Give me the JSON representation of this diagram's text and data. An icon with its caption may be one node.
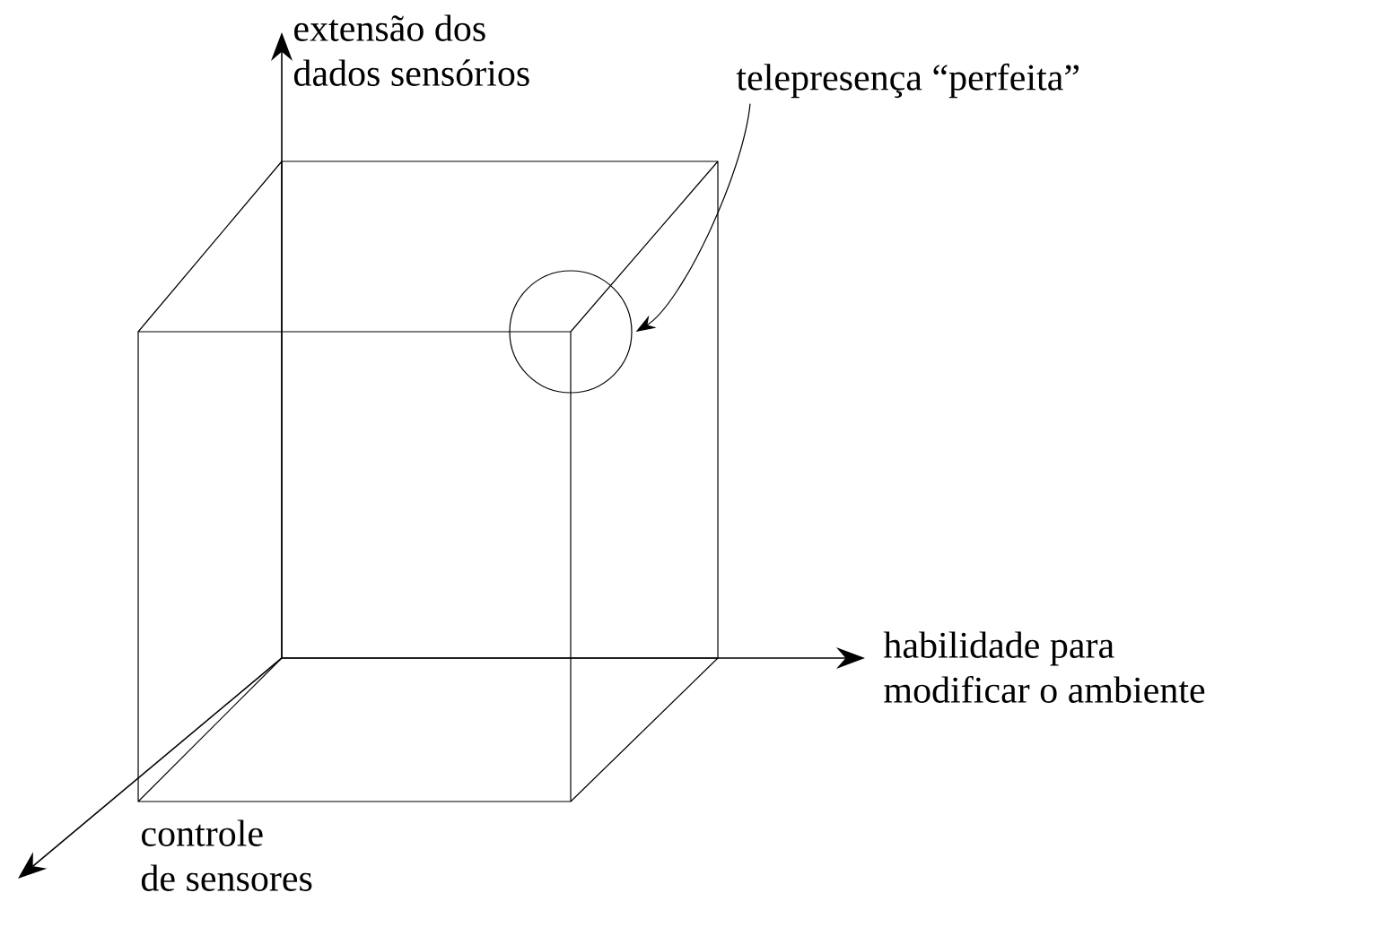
{
  "diagram": {
    "nodes": [
      {
        "text": [
          "telepresença “perfeita”"
        ]
      },
      {
        "text": [],
        "shape": "circle"
      }
    ],
    "edges": [
      {
        "from": 0,
        "to": 1,
        "arrow": "to"
      }
    ],
    "labels": [
      "extensão dos dados sensórios",
      "habilidade para modificar o ambiente",
      "controle de sensores"
    ]
  }
}
